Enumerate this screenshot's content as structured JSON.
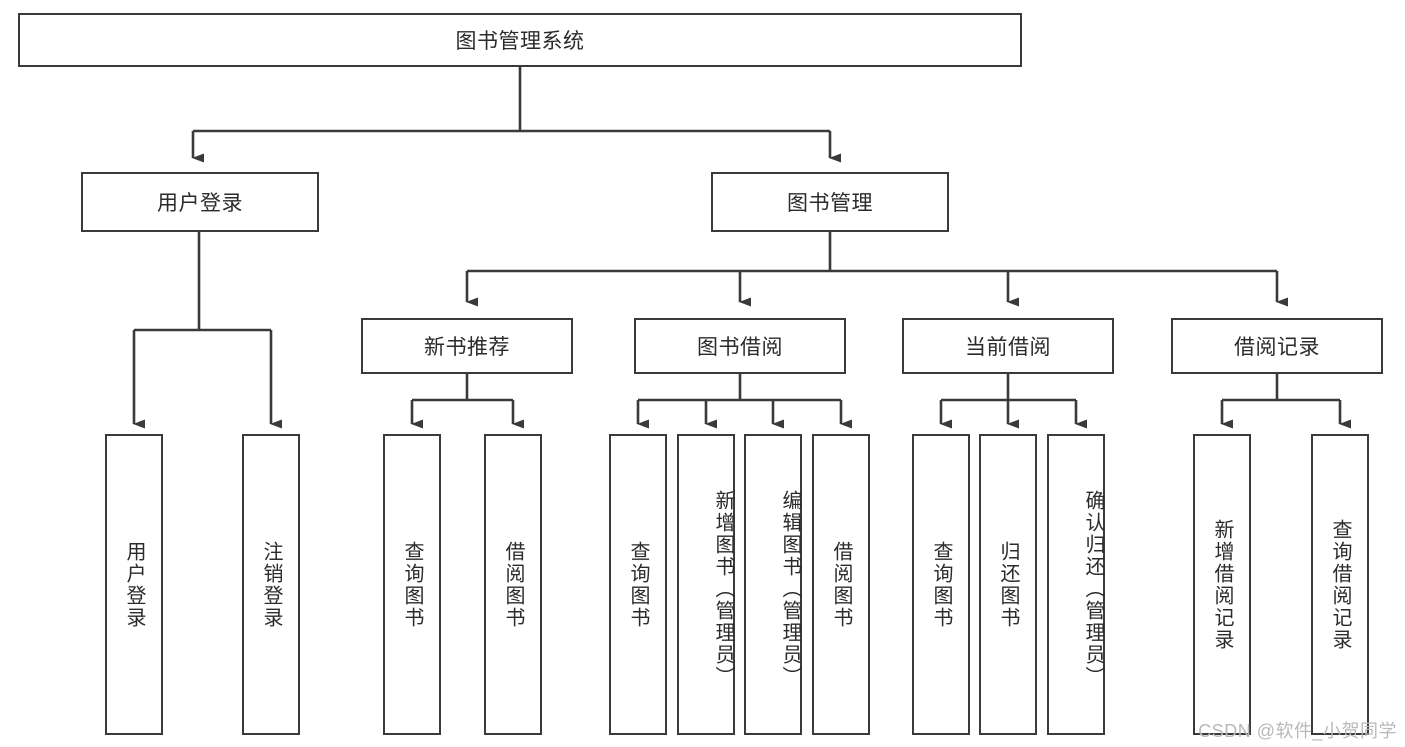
{
  "diagram": {
    "title": "图书管理系统",
    "type": "tree-hierarchy-chart",
    "orientation": "top-down",
    "stroke_color": "#3a3a3a",
    "text_color": "#2b2b2b",
    "background_color": "#ffffff",
    "levels": 4,
    "root": {
      "label": "图书管理系统"
    },
    "level2": [
      {
        "label": "用户登录"
      },
      {
        "label": "图书管理"
      }
    ],
    "level3": [
      {
        "label": "新书推荐"
      },
      {
        "label": "图书借阅"
      },
      {
        "label": "当前借阅"
      },
      {
        "label": "借阅记录"
      }
    ],
    "leaves": {
      "user_login": [
        {
          "label": "用户登录"
        },
        {
          "label": "注销登录"
        }
      ],
      "new_book_recommend": [
        {
          "label": "查询图书"
        },
        {
          "label": "借阅图书"
        }
      ],
      "book_borrow": [
        {
          "label": "查询图书"
        },
        {
          "label": "新增图书（管理员）"
        },
        {
          "label": "编辑图书（管理员）"
        },
        {
          "label": "借阅图书"
        }
      ],
      "current_borrow": [
        {
          "label": "查询图书"
        },
        {
          "label": "归还图书"
        },
        {
          "label": "确认归还（管理员）"
        }
      ],
      "borrow_record": [
        {
          "label": "新增借阅记录"
        },
        {
          "label": "查询借阅记录"
        }
      ]
    }
  },
  "watermark": {
    "text": "CSDN @软件_小贺同学"
  }
}
